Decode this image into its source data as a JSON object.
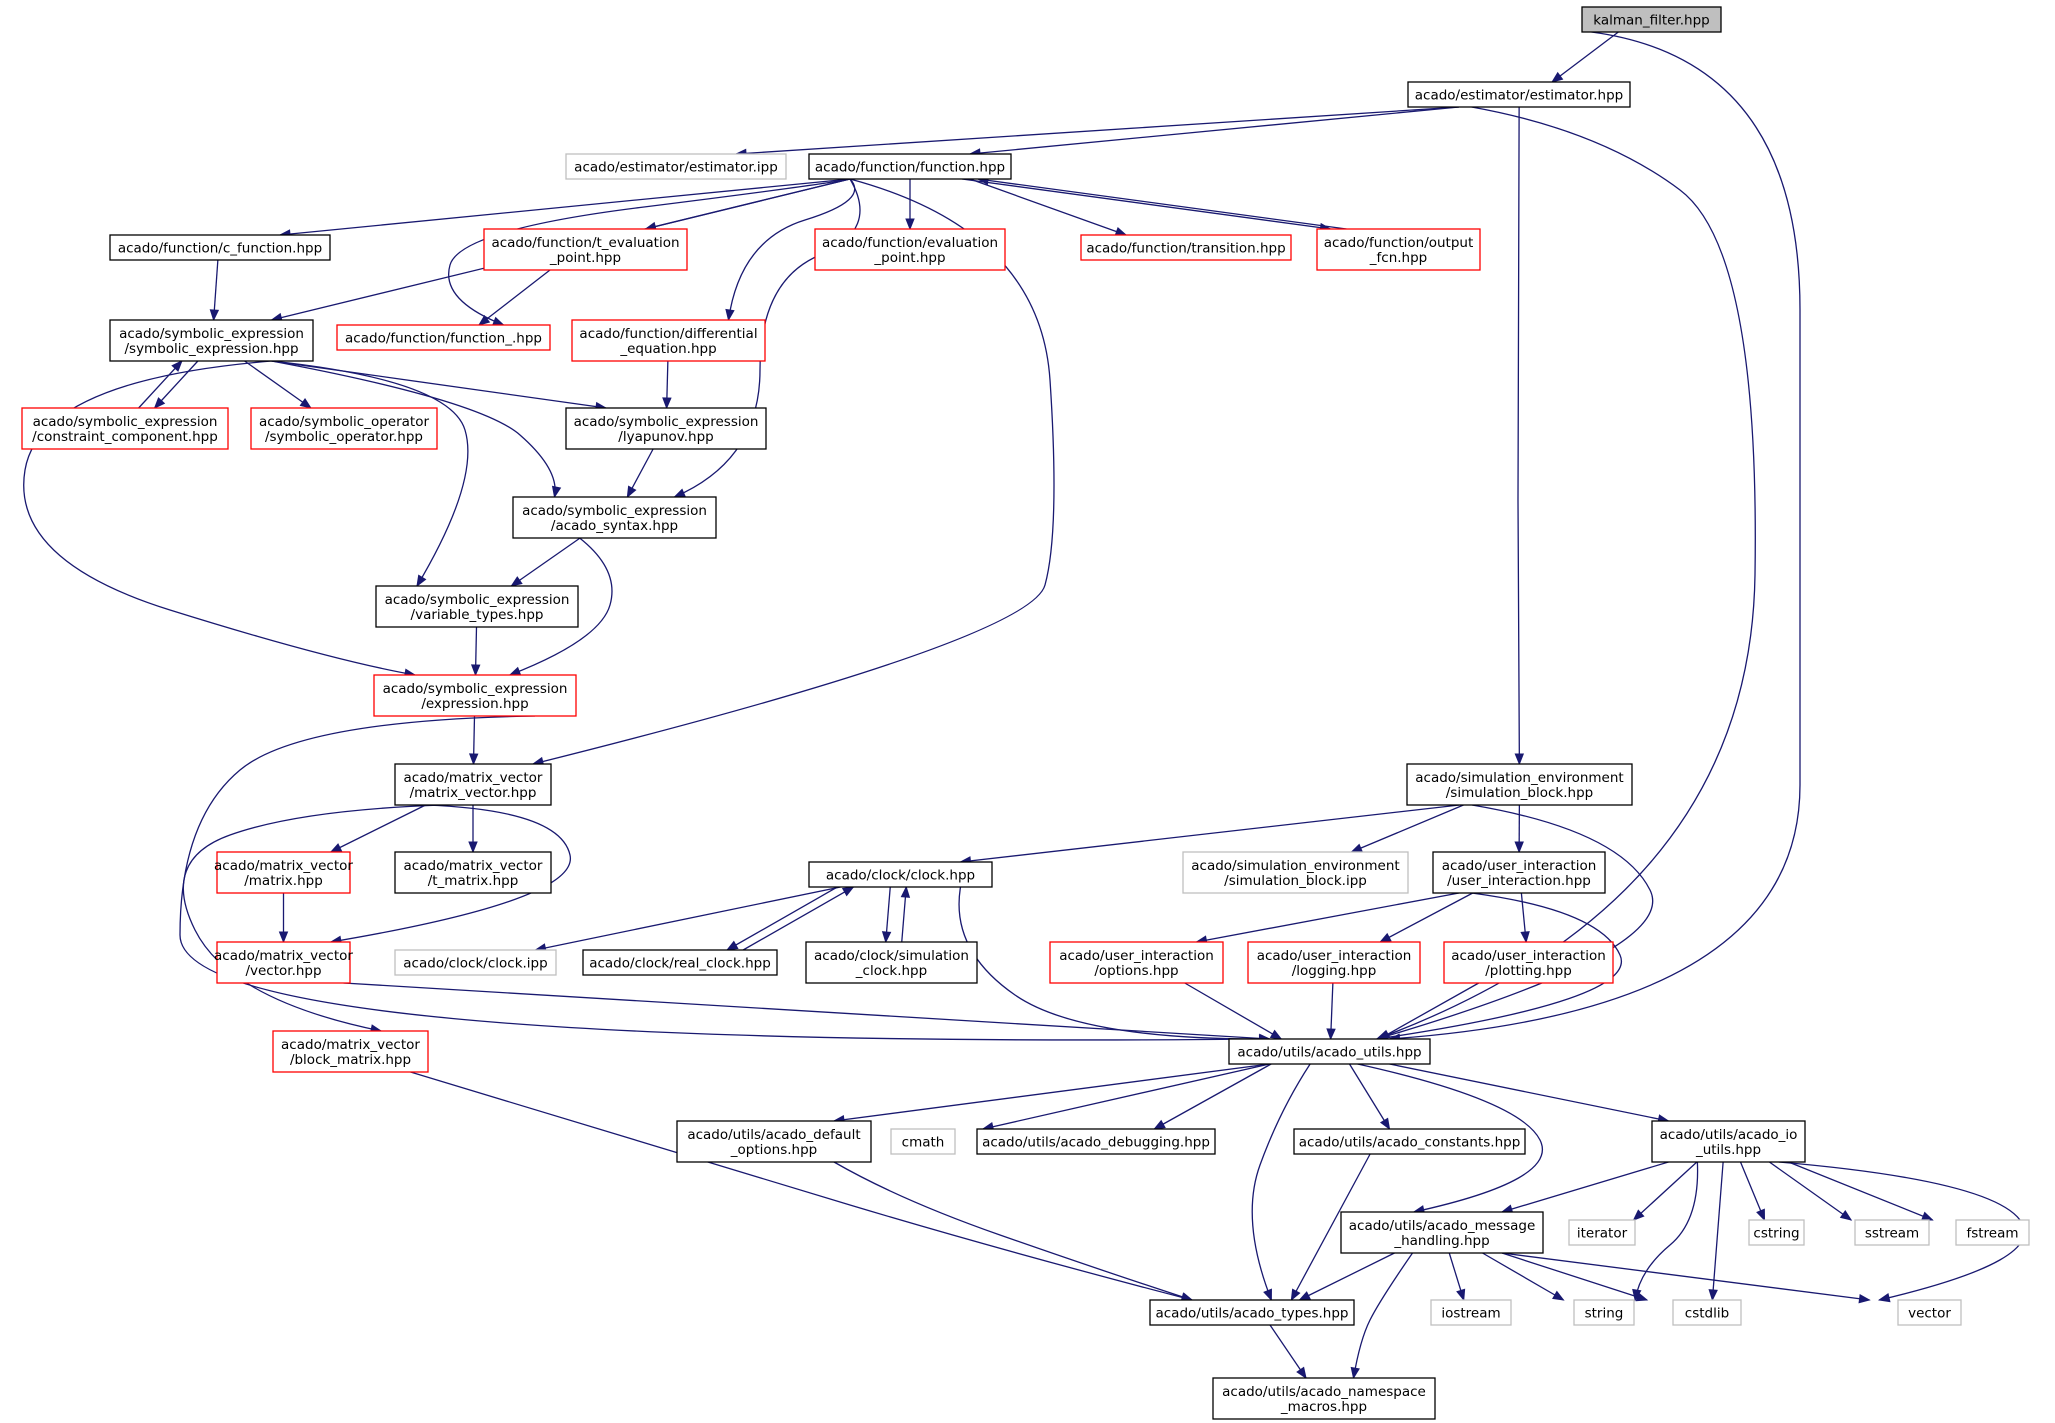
{
  "colors": {
    "edge": "#191970",
    "normal_border": "#000000",
    "incomplete_border": "#ff0000",
    "external_border": "#bfbfbf",
    "root_fill": "#bfbfbf",
    "fill": "#ffffff"
  },
  "nodes": [
    {
      "id": "kalman",
      "lines": [
        "kalman_filter.hpp"
      ],
      "kind": "root"
    },
    {
      "id": "estimator_hpp",
      "lines": [
        "acado/estimator/estimator.hpp"
      ],
      "kind": "normal"
    },
    {
      "id": "estimator_ipp",
      "lines": [
        "acado/estimator/estimator.ipp"
      ],
      "kind": "external"
    },
    {
      "id": "function_hpp",
      "lines": [
        "acado/function/function.hpp"
      ],
      "kind": "normal"
    },
    {
      "id": "c_function",
      "lines": [
        "acado/function/c_function.hpp"
      ],
      "kind": "normal"
    },
    {
      "id": "t_eval_point",
      "lines": [
        "acado/function/t_evaluation",
        "_point.hpp"
      ],
      "kind": "incomplete"
    },
    {
      "id": "eval_point",
      "lines": [
        "acado/function/evaluation",
        "_point.hpp"
      ],
      "kind": "incomplete"
    },
    {
      "id": "transition",
      "lines": [
        "acado/function/transition.hpp"
      ],
      "kind": "incomplete"
    },
    {
      "id": "output_fcn",
      "lines": [
        "acado/function/output",
        "_fcn.hpp"
      ],
      "kind": "incomplete"
    },
    {
      "id": "symbolic_expression",
      "lines": [
        "acado/symbolic_expression",
        "/symbolic_expression.hpp"
      ],
      "kind": "normal"
    },
    {
      "id": "function_",
      "lines": [
        "acado/function/function_.hpp"
      ],
      "kind": "incomplete"
    },
    {
      "id": "diff_eq",
      "lines": [
        "acado/function/differential",
        "_equation.hpp"
      ],
      "kind": "incomplete"
    },
    {
      "id": "constraint_comp",
      "lines": [
        "acado/symbolic_expression",
        "/constraint_component.hpp"
      ],
      "kind": "incomplete"
    },
    {
      "id": "symbolic_operator",
      "lines": [
        "acado/symbolic_operator",
        "/symbolic_operator.hpp"
      ],
      "kind": "incomplete"
    },
    {
      "id": "lyapunov",
      "lines": [
        "acado/symbolic_expression",
        "/lyapunov.hpp"
      ],
      "kind": "normal"
    },
    {
      "id": "acado_syntax",
      "lines": [
        "acado/symbolic_expression",
        "/acado_syntax.hpp"
      ],
      "kind": "normal"
    },
    {
      "id": "variable_types",
      "lines": [
        "acado/symbolic_expression",
        "/variable_types.hpp"
      ],
      "kind": "normal"
    },
    {
      "id": "expression",
      "lines": [
        "acado/symbolic_expression",
        "/expression.hpp"
      ],
      "kind": "incomplete"
    },
    {
      "id": "matrix_vector",
      "lines": [
        "acado/matrix_vector",
        "/matrix_vector.hpp"
      ],
      "kind": "normal"
    },
    {
      "id": "sim_block",
      "lines": [
        "acado/simulation_environment",
        "/simulation_block.hpp"
      ],
      "kind": "normal"
    },
    {
      "id": "matrix",
      "lines": [
        "acado/matrix_vector",
        "/matrix.hpp"
      ],
      "kind": "incomplete"
    },
    {
      "id": "t_matrix",
      "lines": [
        "acado/matrix_vector",
        "/t_matrix.hpp"
      ],
      "kind": "normal"
    },
    {
      "id": "clock_hpp",
      "lines": [
        "acado/clock/clock.hpp"
      ],
      "kind": "normal"
    },
    {
      "id": "sim_block_ipp",
      "lines": [
        "acado/simulation_environment",
        "/simulation_block.ipp"
      ],
      "kind": "external"
    },
    {
      "id": "user_interaction",
      "lines": [
        "acado/user_interaction",
        "/user_interaction.hpp"
      ],
      "kind": "normal"
    },
    {
      "id": "vector",
      "lines": [
        "acado/matrix_vector",
        "/vector.hpp"
      ],
      "kind": "incomplete"
    },
    {
      "id": "clock_ipp",
      "lines": [
        "acado/clock/clock.ipp"
      ],
      "kind": "external"
    },
    {
      "id": "real_clock",
      "lines": [
        "acado/clock/real_clock.hpp"
      ],
      "kind": "normal"
    },
    {
      "id": "sim_clock",
      "lines": [
        "acado/clock/simulation",
        "_clock.hpp"
      ],
      "kind": "normal"
    },
    {
      "id": "options",
      "lines": [
        "acado/user_interaction",
        "/options.hpp"
      ],
      "kind": "incomplete"
    },
    {
      "id": "logging",
      "lines": [
        "acado/user_interaction",
        "/logging.hpp"
      ],
      "kind": "incomplete"
    },
    {
      "id": "plotting",
      "lines": [
        "acado/user_interaction",
        "/plotting.hpp"
      ],
      "kind": "incomplete"
    },
    {
      "id": "block_matrix",
      "lines": [
        "acado/matrix_vector",
        "/block_matrix.hpp"
      ],
      "kind": "incomplete"
    },
    {
      "id": "acado_utils",
      "lines": [
        "acado/utils/acado_utils.hpp"
      ],
      "kind": "normal"
    },
    {
      "id": "default_options",
      "lines": [
        "acado/utils/acado_default",
        "_options.hpp"
      ],
      "kind": "normal"
    },
    {
      "id": "cmath",
      "lines": [
        "cmath"
      ],
      "kind": "external"
    },
    {
      "id": "debugging",
      "lines": [
        "acado/utils/acado_debugging.hpp"
      ],
      "kind": "normal"
    },
    {
      "id": "constants",
      "lines": [
        "acado/utils/acado_constants.hpp"
      ],
      "kind": "normal"
    },
    {
      "id": "io_utils",
      "lines": [
        "acado/utils/acado_io",
        "_utils.hpp"
      ],
      "kind": "normal"
    },
    {
      "id": "message_handling",
      "lines": [
        "acado/utils/acado_message",
        "_handling.hpp"
      ],
      "kind": "normal"
    },
    {
      "id": "iterator",
      "lines": [
        "iterator"
      ],
      "kind": "external"
    },
    {
      "id": "cstring",
      "lines": [
        "cstring"
      ],
      "kind": "external"
    },
    {
      "id": "sstream",
      "lines": [
        "sstream"
      ],
      "kind": "external"
    },
    {
      "id": "fstream",
      "lines": [
        "fstream"
      ],
      "kind": "external"
    },
    {
      "id": "acado_types",
      "lines": [
        "acado/utils/acado_types.hpp"
      ],
      "kind": "normal"
    },
    {
      "id": "iostream",
      "lines": [
        "iostream"
      ],
      "kind": "external"
    },
    {
      "id": "string",
      "lines": [
        "string"
      ],
      "kind": "external"
    },
    {
      "id": "cstdlib",
      "lines": [
        "cstdlib"
      ],
      "kind": "external"
    },
    {
      "id": "vector_std",
      "lines": [
        "vector"
      ],
      "kind": "external"
    },
    {
      "id": "namespace_macros",
      "lines": [
        "acado/utils/acado_namespace",
        "_macros.hpp"
      ],
      "kind": "normal"
    }
  ],
  "edges": [
    [
      "kalman",
      "estimator_hpp"
    ],
    [
      "kalman",
      "acado_utils"
    ],
    [
      "estimator_hpp",
      "estimator_ipp"
    ],
    [
      "estimator_hpp",
      "function_hpp"
    ],
    [
      "estimator_hpp",
      "sim_block"
    ],
    [
      "estimator_hpp",
      "acado_utils"
    ],
    [
      "function_hpp",
      "c_function"
    ],
    [
      "function_hpp",
      "t_eval_point"
    ],
    [
      "function_hpp",
      "eval_point"
    ],
    [
      "function_hpp",
      "transition"
    ],
    [
      "function_hpp",
      "output_fcn"
    ],
    [
      "function_hpp",
      "symbolic_expression"
    ],
    [
      "function_hpp",
      "function_"
    ],
    [
      "function_hpp",
      "diff_eq"
    ],
    [
      "function_hpp",
      "acado_syntax"
    ],
    [
      "function_hpp",
      "matrix_vector"
    ],
    [
      "output_fcn",
      "function_hpp"
    ],
    [
      "c_function",
      "symbolic_expression"
    ],
    [
      "t_eval_point",
      "function_"
    ],
    [
      "symbolic_expression",
      "constraint_comp"
    ],
    [
      "constraint_comp",
      "symbolic_expression"
    ],
    [
      "symbolic_expression",
      "symbolic_operator"
    ],
    [
      "symbolic_expression",
      "lyapunov"
    ],
    [
      "symbolic_expression",
      "acado_syntax"
    ],
    [
      "symbolic_expression",
      "variable_types"
    ],
    [
      "symbolic_expression",
      "expression"
    ],
    [
      "diff_eq",
      "lyapunov"
    ],
    [
      "lyapunov",
      "acado_syntax"
    ],
    [
      "acado_syntax",
      "variable_types"
    ],
    [
      "acado_syntax",
      "expression"
    ],
    [
      "variable_types",
      "expression"
    ],
    [
      "expression",
      "matrix_vector"
    ],
    [
      "expression",
      "acado_utils"
    ],
    [
      "matrix_vector",
      "matrix"
    ],
    [
      "matrix_vector",
      "t_matrix"
    ],
    [
      "matrix_vector",
      "vector"
    ],
    [
      "matrix_vector",
      "block_matrix"
    ],
    [
      "matrix",
      "vector"
    ],
    [
      "vector",
      "acado_utils"
    ],
    [
      "block_matrix",
      "acado_types"
    ],
    [
      "sim_block",
      "clock_hpp"
    ],
    [
      "sim_block",
      "sim_block_ipp"
    ],
    [
      "sim_block",
      "user_interaction"
    ],
    [
      "sim_block",
      "acado_utils"
    ],
    [
      "clock_hpp",
      "clock_ipp"
    ],
    [
      "clock_hpp",
      "real_clock"
    ],
    [
      "real_clock",
      "clock_hpp"
    ],
    [
      "clock_hpp",
      "sim_clock"
    ],
    [
      "sim_clock",
      "clock_hpp"
    ],
    [
      "clock_hpp",
      "acado_utils"
    ],
    [
      "user_interaction",
      "options"
    ],
    [
      "user_interaction",
      "logging"
    ],
    [
      "user_interaction",
      "plotting"
    ],
    [
      "user_interaction",
      "acado_utils"
    ],
    [
      "options",
      "acado_utils"
    ],
    [
      "logging",
      "acado_utils"
    ],
    [
      "plotting",
      "acado_utils"
    ],
    [
      "acado_utils",
      "default_options"
    ],
    [
      "acado_utils",
      "cmath"
    ],
    [
      "acado_utils",
      "debugging"
    ],
    [
      "acado_utils",
      "constants"
    ],
    [
      "acado_utils",
      "io_utils"
    ],
    [
      "acado_utils",
      "message_handling"
    ],
    [
      "acado_utils",
      "acado_types"
    ],
    [
      "default_options",
      "acado_types"
    ],
    [
      "constants",
      "acado_types"
    ],
    [
      "io_utils",
      "message_handling"
    ],
    [
      "io_utils",
      "iterator"
    ],
    [
      "io_utils",
      "cstring"
    ],
    [
      "io_utils",
      "sstream"
    ],
    [
      "io_utils",
      "fstream"
    ],
    [
      "io_utils",
      "string"
    ],
    [
      "io_utils",
      "cstdlib"
    ],
    [
      "io_utils",
      "vector_std"
    ],
    [
      "message_handling",
      "acado_types"
    ],
    [
      "message_handling",
      "iostream"
    ],
    [
      "message_handling",
      "string"
    ],
    [
      "message_handling",
      "cstdlib"
    ],
    [
      "message_handling",
      "vector_std"
    ],
    [
      "message_handling",
      "namespace_macros"
    ],
    [
      "acado_types",
      "namespace_macros"
    ]
  ]
}
